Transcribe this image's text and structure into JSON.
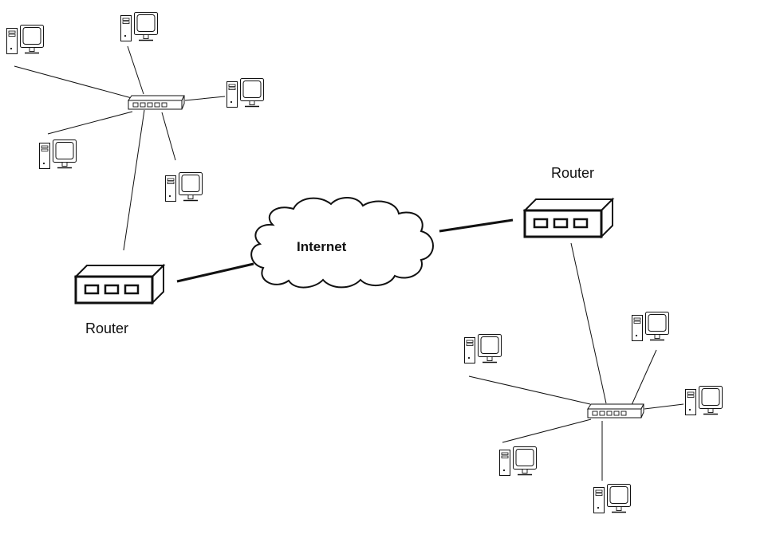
{
  "diagram": {
    "labels": {
      "router_left": "Router",
      "router_right": "Router",
      "internet": "Internet"
    },
    "nodes": [
      {
        "id": "internet",
        "kind": "cloud",
        "label": "Internet"
      },
      {
        "id": "router-left",
        "kind": "router",
        "label": "Router"
      },
      {
        "id": "router-right",
        "kind": "router",
        "label": "Router"
      },
      {
        "id": "switch-left",
        "kind": "switch"
      },
      {
        "id": "switch-right",
        "kind": "switch"
      },
      {
        "id": "pc-l1",
        "kind": "computer"
      },
      {
        "id": "pc-l2",
        "kind": "computer"
      },
      {
        "id": "pc-l3",
        "kind": "computer"
      },
      {
        "id": "pc-l4",
        "kind": "computer"
      },
      {
        "id": "pc-l5",
        "kind": "computer"
      },
      {
        "id": "pc-r1",
        "kind": "computer"
      },
      {
        "id": "pc-r2",
        "kind": "computer"
      },
      {
        "id": "pc-r3",
        "kind": "computer"
      },
      {
        "id": "pc-r4",
        "kind": "computer"
      },
      {
        "id": "pc-r5",
        "kind": "computer"
      }
    ],
    "edges": [
      {
        "from": "router-left",
        "to": "internet",
        "style": "thick"
      },
      {
        "from": "internet",
        "to": "router-right",
        "style": "thick"
      },
      {
        "from": "router-left",
        "to": "switch-left",
        "style": "thin"
      },
      {
        "from": "router-right",
        "to": "switch-right",
        "style": "thin"
      },
      {
        "from": "switch-left",
        "to": "pc-l1",
        "style": "thin"
      },
      {
        "from": "switch-left",
        "to": "pc-l2",
        "style": "thin"
      },
      {
        "from": "switch-left",
        "to": "pc-l3",
        "style": "thin"
      },
      {
        "from": "switch-left",
        "to": "pc-l4",
        "style": "thin"
      },
      {
        "from": "switch-left",
        "to": "pc-l5",
        "style": "thin"
      },
      {
        "from": "switch-right",
        "to": "pc-r1",
        "style": "thin"
      },
      {
        "from": "switch-right",
        "to": "pc-r2",
        "style": "thin"
      },
      {
        "from": "switch-right",
        "to": "pc-r3",
        "style": "thin"
      },
      {
        "from": "switch-right",
        "to": "pc-r4",
        "style": "thin"
      },
      {
        "from": "switch-right",
        "to": "pc-r5",
        "style": "thin"
      }
    ],
    "colors": {
      "line": "#111111",
      "background": "#ffffff"
    }
  }
}
